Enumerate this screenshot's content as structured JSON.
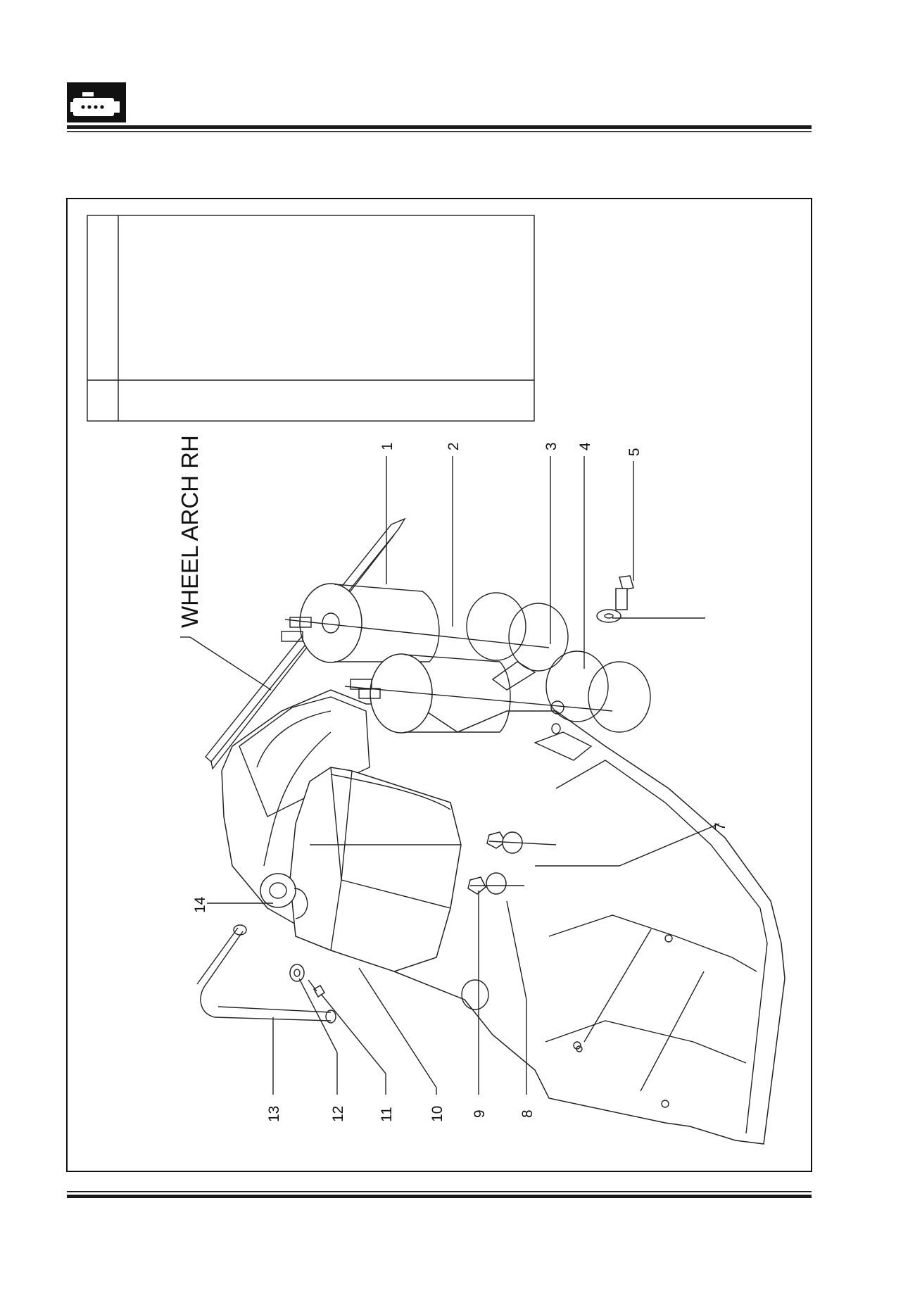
{
  "header": {
    "logo_icon": "engine-icon",
    "rule_color": "#1a1a1a"
  },
  "figure": {
    "label_wheel_arch": "WHEEL ARCH RH",
    "callouts": [
      {
        "id": "c1",
        "text": "1"
      },
      {
        "id": "c2",
        "text": "2"
      },
      {
        "id": "c3",
        "text": "3"
      },
      {
        "id": "c4",
        "text": "4"
      },
      {
        "id": "c5",
        "text": "5"
      },
      {
        "id": "c7",
        "text": "7"
      },
      {
        "id": "c8",
        "text": "8"
      },
      {
        "id": "c9",
        "text": "9"
      },
      {
        "id": "c10",
        "text": "10"
      },
      {
        "id": "c11",
        "text": "11"
      },
      {
        "id": "c12",
        "text": "12"
      },
      {
        "id": "c13",
        "text": "13"
      },
      {
        "id": "c14",
        "text": "14"
      }
    ]
  }
}
